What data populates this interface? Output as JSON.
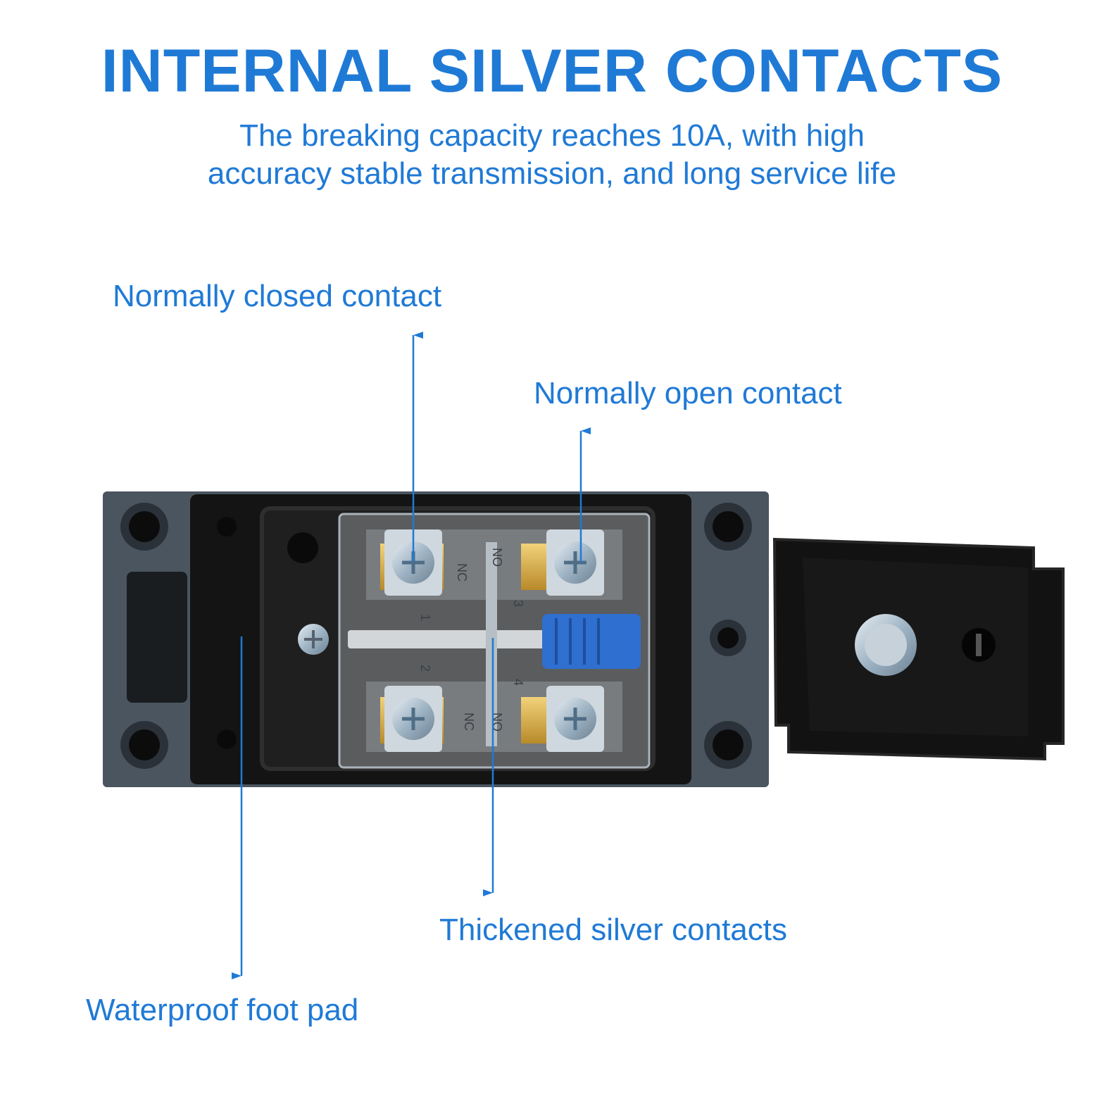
{
  "header": {
    "title": "INTERNAL SILVER CONTACTS",
    "subtitle_line1": "The breaking capacity reaches 10A, with high",
    "subtitle_line2": "accuracy stable transmission, and long service life"
  },
  "callouts": {
    "nc_contact": "Normally closed contact",
    "no_contact": "Normally open contact",
    "silver_contacts": "Thickened silver contacts",
    "foot_pad": "Waterproof foot pad"
  },
  "terminal_marks": {
    "nc": "NC",
    "no": "NO",
    "t1": "1",
    "t2": "2",
    "t3": "3",
    "t4": "4"
  },
  "colors": {
    "accent": "#1f7ad6",
    "housing": "#4a5560",
    "body": "#141414",
    "lever": "#2f6fd0"
  }
}
